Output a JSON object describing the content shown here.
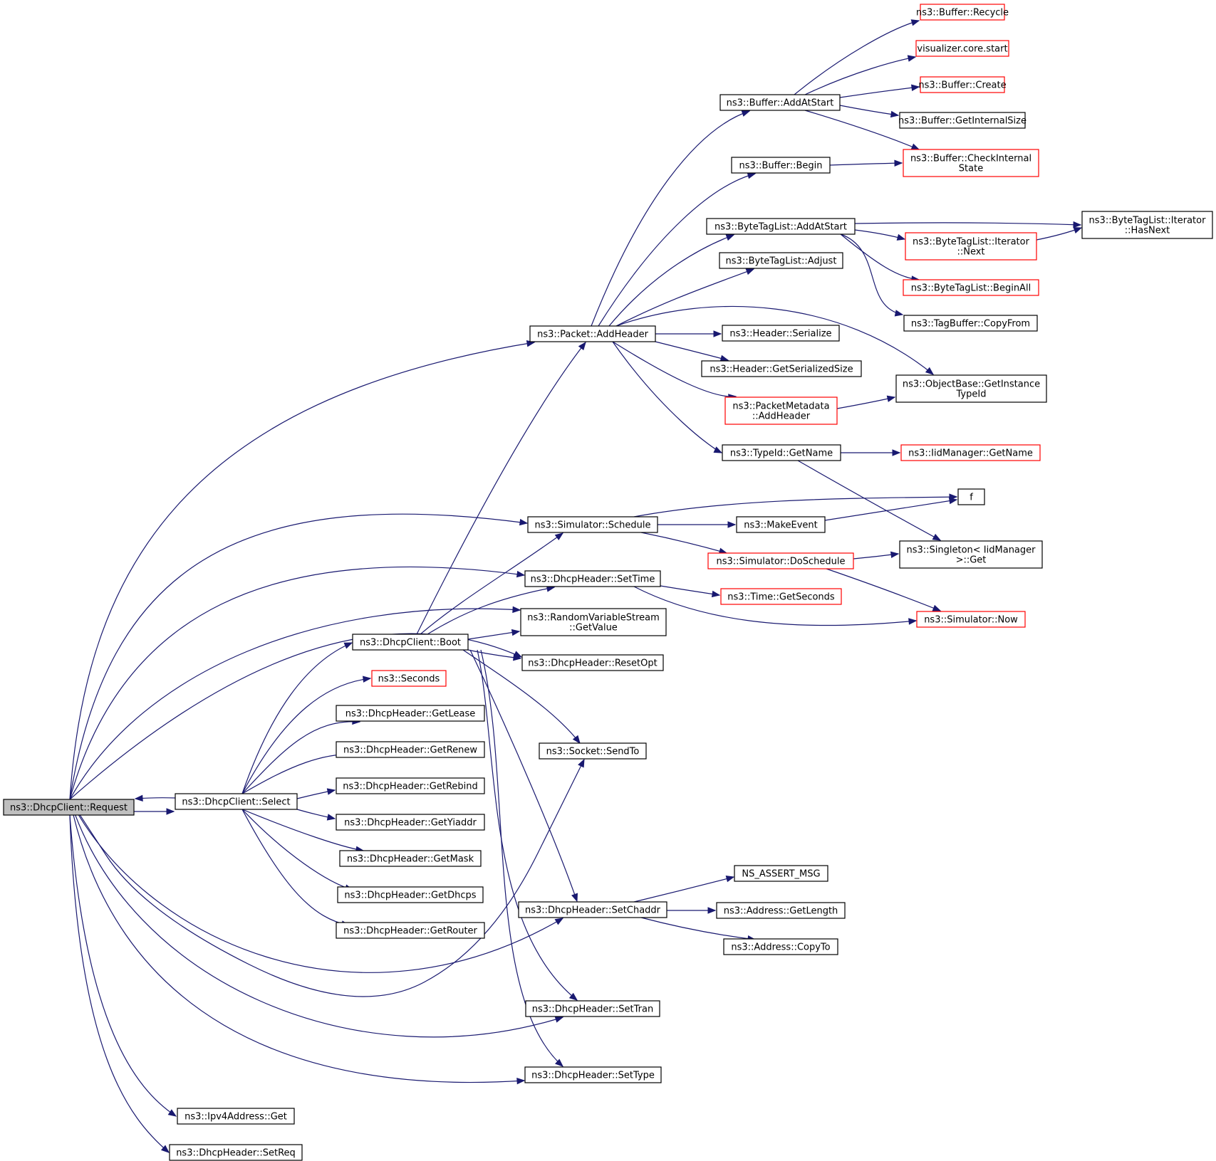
{
  "colors": {
    "edge": "#191970",
    "node_border": "#000000",
    "node_border_incomplete": "#ff0000",
    "root_fill": "#bfbfbf",
    "background": "#ffffff"
  },
  "graph": {
    "root": "request",
    "nodes": [
      {
        "id": "request",
        "label": [
          "ns3::DhcpClient::Request"
        ],
        "style": "root"
      },
      {
        "id": "select",
        "label": [
          "ns3::DhcpClient::Select"
        ],
        "style": "normal"
      },
      {
        "id": "boot",
        "label": [
          "ns3::DhcpClient::Boot"
        ],
        "style": "normal"
      },
      {
        "id": "seconds",
        "label": [
          "ns3::Seconds"
        ],
        "style": "red"
      },
      {
        "id": "getlease",
        "label": [
          "ns3::DhcpHeader::GetLease"
        ],
        "style": "normal"
      },
      {
        "id": "getrenew",
        "label": [
          "ns3::DhcpHeader::GetRenew"
        ],
        "style": "normal"
      },
      {
        "id": "getrebind",
        "label": [
          "ns3::DhcpHeader::GetRebind"
        ],
        "style": "normal"
      },
      {
        "id": "getyiaddr",
        "label": [
          "ns3::DhcpHeader::GetYiaddr"
        ],
        "style": "normal"
      },
      {
        "id": "getmask",
        "label": [
          "ns3::DhcpHeader::GetMask"
        ],
        "style": "normal"
      },
      {
        "id": "getdhcps",
        "label": [
          "ns3::DhcpHeader::GetDhcps"
        ],
        "style": "normal"
      },
      {
        "id": "getrouter",
        "label": [
          "ns3::DhcpHeader::GetRouter"
        ],
        "style": "normal"
      },
      {
        "id": "ipv4get",
        "label": [
          "ns3::Ipv4Address::Get"
        ],
        "style": "normal"
      },
      {
        "id": "setreq",
        "label": [
          "ns3::DhcpHeader::SetReq"
        ],
        "style": "normal"
      },
      {
        "id": "addheader",
        "label": [
          "ns3::Packet::AddHeader"
        ],
        "style": "normal"
      },
      {
        "id": "schedule",
        "label": [
          "ns3::Simulator::Schedule"
        ],
        "style": "normal"
      },
      {
        "id": "settime",
        "label": [
          "ns3::DhcpHeader::SetTime"
        ],
        "style": "normal"
      },
      {
        "id": "getvalue",
        "label": [
          "ns3::RandomVariableStream",
          "::GetValue"
        ],
        "style": "normal"
      },
      {
        "id": "resetopt",
        "label": [
          "ns3::DhcpHeader::ResetOpt"
        ],
        "style": "normal"
      },
      {
        "id": "sendto",
        "label": [
          "ns3::Socket::SendTo"
        ],
        "style": "normal"
      },
      {
        "id": "setchaddr",
        "label": [
          "ns3::DhcpHeader::SetChaddr"
        ],
        "style": "normal"
      },
      {
        "id": "settran",
        "label": [
          "ns3::DhcpHeader::SetTran"
        ],
        "style": "normal"
      },
      {
        "id": "settype",
        "label": [
          "ns3::DhcpHeader::SetType"
        ],
        "style": "normal"
      },
      {
        "id": "addatstart",
        "label": [
          "ns3::Buffer::AddAtStart"
        ],
        "style": "normal"
      },
      {
        "id": "begin",
        "label": [
          "ns3::Buffer::Begin"
        ],
        "style": "normal"
      },
      {
        "id": "btl_addatstart",
        "label": [
          "ns3::ByteTagList::AddAtStart"
        ],
        "style": "normal"
      },
      {
        "id": "btl_adjust",
        "label": [
          "ns3::ByteTagList::Adjust"
        ],
        "style": "normal"
      },
      {
        "id": "hdr_serialize",
        "label": [
          "ns3::Header::Serialize"
        ],
        "style": "normal"
      },
      {
        "id": "hdr_getsize",
        "label": [
          "ns3::Header::GetSerializedSize"
        ],
        "style": "normal"
      },
      {
        "id": "pm_addheader",
        "label": [
          "ns3::PacketMetadata",
          "::AddHeader"
        ],
        "style": "red"
      },
      {
        "id": "typeid_getname",
        "label": [
          "ns3::TypeId::GetName"
        ],
        "style": "normal"
      },
      {
        "id": "f",
        "label": [
          "f"
        ],
        "style": "normal"
      },
      {
        "id": "makeevent",
        "label": [
          "ns3::MakeEvent"
        ],
        "style": "normal"
      },
      {
        "id": "doschedule",
        "label": [
          "ns3::Simulator::DoSchedule"
        ],
        "style": "red"
      },
      {
        "id": "time_getseconds",
        "label": [
          "ns3::Time::GetSeconds"
        ],
        "style": "red"
      },
      {
        "id": "nsassert",
        "label": [
          "NS_ASSERT_MSG"
        ],
        "style": "normal"
      },
      {
        "id": "addr_getlength",
        "label": [
          "ns3::Address::GetLength"
        ],
        "style": "normal"
      },
      {
        "id": "addr_copyto",
        "label": [
          "ns3::Address::CopyTo"
        ],
        "style": "normal"
      },
      {
        "id": "recycle",
        "label": [
          "ns3::Buffer::Recycle"
        ],
        "style": "red"
      },
      {
        "id": "viz_start",
        "label": [
          "visualizer.core.start"
        ],
        "style": "red"
      },
      {
        "id": "buf_create",
        "label": [
          "ns3::Buffer::Create"
        ],
        "style": "red"
      },
      {
        "id": "getinternalsize",
        "label": [
          "ns3::Buffer::GetInternalSize"
        ],
        "style": "normal"
      },
      {
        "id": "checkinternal",
        "label": [
          "ns3::Buffer::CheckInternal",
          "State"
        ],
        "style": "red"
      },
      {
        "id": "iter_hasnext",
        "label": [
          "ns3::ByteTagList::Iterator",
          "::HasNext"
        ],
        "style": "normal"
      },
      {
        "id": "iter_next",
        "label": [
          "ns3::ByteTagList::Iterator",
          "::Next"
        ],
        "style": "red"
      },
      {
        "id": "btl_beginall",
        "label": [
          "ns3::ByteTagList::BeginAll"
        ],
        "style": "red"
      },
      {
        "id": "tagbuffer_copyfrom",
        "label": [
          "ns3::TagBuffer::CopyFrom"
        ],
        "style": "normal"
      },
      {
        "id": "getinstancetypeid",
        "label": [
          "ns3::ObjectBase::GetInstance",
          "TypeId"
        ],
        "style": "normal"
      },
      {
        "id": "iid_getname",
        "label": [
          "ns3::IidManager::GetName"
        ],
        "style": "red"
      },
      {
        "id": "singleton_get",
        "label": [
          "ns3::Singleton< IidManager",
          ">::Get"
        ],
        "style": "normal"
      },
      {
        "id": "sim_now",
        "label": [
          "ns3::Simulator::Now"
        ],
        "style": "red"
      }
    ],
    "edges": [
      [
        "request",
        "select"
      ],
      [
        "select",
        "request"
      ],
      [
        "request",
        "addheader"
      ],
      [
        "request",
        "schedule"
      ],
      [
        "request",
        "settime"
      ],
      [
        "request",
        "getvalue"
      ],
      [
        "request",
        "resetopt"
      ],
      [
        "request",
        "sendto"
      ],
      [
        "request",
        "setchaddr"
      ],
      [
        "request",
        "settran"
      ],
      [
        "request",
        "settype"
      ],
      [
        "request",
        "ipv4get"
      ],
      [
        "request",
        "setreq"
      ],
      [
        "select",
        "boot"
      ],
      [
        "select",
        "seconds"
      ],
      [
        "select",
        "getlease"
      ],
      [
        "select",
        "getrenew"
      ],
      [
        "select",
        "getrebind"
      ],
      [
        "select",
        "getyiaddr"
      ],
      [
        "select",
        "getmask"
      ],
      [
        "select",
        "getdhcps"
      ],
      [
        "select",
        "getrouter"
      ],
      [
        "boot",
        "addheader"
      ],
      [
        "boot",
        "schedule"
      ],
      [
        "boot",
        "settime"
      ],
      [
        "boot",
        "getvalue"
      ],
      [
        "boot",
        "resetopt"
      ],
      [
        "boot",
        "sendto"
      ],
      [
        "boot",
        "setchaddr"
      ],
      [
        "boot",
        "settran"
      ],
      [
        "boot",
        "settype"
      ],
      [
        "addheader",
        "addatstart"
      ],
      [
        "addheader",
        "begin"
      ],
      [
        "addheader",
        "btl_addatstart"
      ],
      [
        "addheader",
        "btl_adjust"
      ],
      [
        "addheader",
        "getinstancetypeid"
      ],
      [
        "addheader",
        "hdr_serialize"
      ],
      [
        "addheader",
        "hdr_getsize"
      ],
      [
        "addheader",
        "pm_addheader"
      ],
      [
        "addheader",
        "typeid_getname"
      ],
      [
        "addatstart",
        "recycle"
      ],
      [
        "addatstart",
        "viz_start"
      ],
      [
        "addatstart",
        "buf_create"
      ],
      [
        "addatstart",
        "getinternalsize"
      ],
      [
        "addatstart",
        "checkinternal"
      ],
      [
        "begin",
        "checkinternal"
      ],
      [
        "btl_addatstart",
        "iter_hasnext"
      ],
      [
        "btl_addatstart",
        "iter_next"
      ],
      [
        "btl_addatstart",
        "btl_beginall"
      ],
      [
        "btl_addatstart",
        "tagbuffer_copyfrom"
      ],
      [
        "iter_next",
        "iter_hasnext"
      ],
      [
        "pm_addheader",
        "getinstancetypeid"
      ],
      [
        "typeid_getname",
        "iid_getname"
      ],
      [
        "typeid_getname",
        "singleton_get"
      ],
      [
        "schedule",
        "f"
      ],
      [
        "schedule",
        "makeevent"
      ],
      [
        "schedule",
        "doschedule"
      ],
      [
        "makeevent",
        "f"
      ],
      [
        "doschedule",
        "singleton_get"
      ],
      [
        "doschedule",
        "sim_now"
      ],
      [
        "settime",
        "time_getseconds"
      ],
      [
        "settime",
        "sim_now"
      ],
      [
        "setchaddr",
        "nsassert"
      ],
      [
        "setchaddr",
        "addr_getlength"
      ],
      [
        "setchaddr",
        "addr_copyto"
      ]
    ]
  }
}
